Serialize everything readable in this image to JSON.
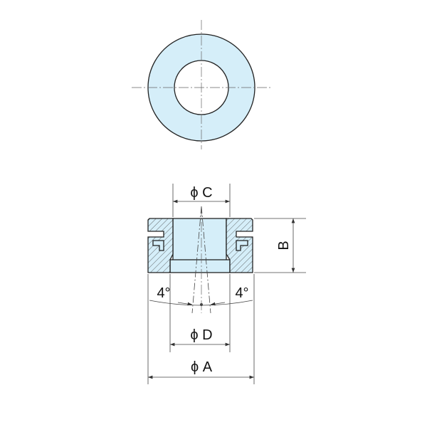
{
  "drawing": {
    "labels": {
      "dia_c": "ϕ C",
      "dia_d": "ϕ D",
      "dia_a": "ϕ A",
      "height_b": "B",
      "angle_left": "4°",
      "angle_right": "4°"
    },
    "colors": {
      "fill": "#d5eef9",
      "outline": "#222222"
    }
  }
}
